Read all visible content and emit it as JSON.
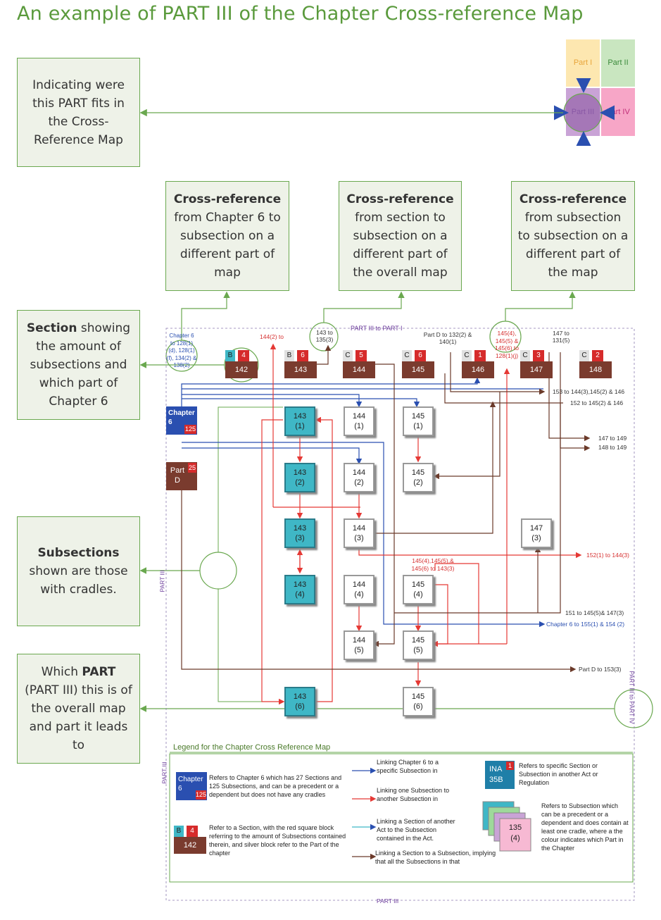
{
  "title": "An example of PART III of the Chapter Cross-reference Map",
  "notes": {
    "where_fits": "Indicating were this PART fits in the Cross-Reference Map",
    "xref1_head": "Cross-reference",
    "xref1_body": "from Chapter 6 to subsection on a different part of map",
    "xref2_head": "Cross-reference",
    "xref2_body": "from section to subsection on a different part of the overall map",
    "xref3_head": "Cross-reference",
    "xref3_body": "from subsection to subsection on a different part of the map",
    "section_head": "Section",
    "section_body": "showing the amount of subsections and which part of Chapter 6",
    "subs_head": "Subsections",
    "subs_body": "shown are those with cradles.",
    "part_pre": "Which",
    "part_head": "PART",
    "part_body": "(PART III) this is of the overall map and part it leads to"
  },
  "mini_map": {
    "p1": "Part I",
    "p2": "Part II",
    "p3": "Part III",
    "p4": "Part IV"
  },
  "sections": [
    {
      "tag": "B",
      "count": "4",
      "num": "142"
    },
    {
      "tag": "B",
      "count": "6",
      "num": "143"
    },
    {
      "tag": "C",
      "count": "5",
      "num": "144"
    },
    {
      "tag": "C",
      "count": "6",
      "num": "145"
    },
    {
      "tag": "C",
      "count": "1",
      "num": "146"
    },
    {
      "tag": "C",
      "count": "3",
      "num": "147"
    },
    {
      "tag": "C",
      "count": "2",
      "num": "148"
    }
  ],
  "chapter": {
    "label": "Chapter 6",
    "count": "125"
  },
  "partd": {
    "label": "Part D",
    "count": "25"
  },
  "subsections": [
    {
      "a": "143",
      "b": "(1)"
    },
    {
      "a": "143",
      "b": "(2)"
    },
    {
      "a": "143",
      "b": "(3)"
    },
    {
      "a": "143",
      "b": "(4)"
    },
    {
      "a": "143",
      "b": "(6)"
    },
    {
      "a": "144",
      "b": "(1)"
    },
    {
      "a": "144",
      "b": "(2)"
    },
    {
      "a": "144",
      "b": "(3)"
    },
    {
      "a": "144",
      "b": "(4)"
    },
    {
      "a": "144",
      "b": "(5)"
    },
    {
      "a": "145",
      "b": "(1)"
    },
    {
      "a": "145",
      "b": "(2)"
    },
    {
      "a": "145",
      "b": "(4)"
    },
    {
      "a": "145",
      "b": "(5)"
    },
    {
      "a": "145",
      "b": "(6)"
    },
    {
      "a": "147",
      "b": "(3)"
    }
  ],
  "labels": {
    "part3_to_1": "PART III to PART I",
    "ch6_to": "Chapter 6 to 128(1)(d), 128(1)(f), 134(2) & 138(2)",
    "l144_2": "144(2) to",
    "l143to": "143 to 135(3)",
    "partd_to": "Part D to 132(2) & 140(1)",
    "l145": "145(4), 145(5) & 145(6) to 128(1)(j)",
    "l147": "147 to 131(5)",
    "l153": "153 to 144(3),145(2) & 146",
    "l152": "152 to 145(2) & 146",
    "l147_149": "147 to 149",
    "l148_149": "148 to 149",
    "l152_1": "152(1) to 144(3)",
    "l145_multi": "145(4),145(5),& 145(6) to 143(3)",
    "l151": "151 to 145(5)& 147(3)",
    "l155": "Chapter 6 to 155(1) & 154 (2)",
    "l153_3": "Part D to 153(3)",
    "part3_v": "PART III",
    "part3_to_4": "PART III to PART IV",
    "part3_bottom": "PART III",
    "part3_leg": "PART III"
  },
  "legend": {
    "title": "Legend for the Chapter Cross Reference Map",
    "ch6_desc": "Refers to Chapter 6 which has 27 Sections and 125 Subsections, and can be a precedent or a dependent but does not have any cradles",
    "sec_desc": "Refer to a Section, with the red square block referring to the amount of Subsections contained therein, and silver block refer to the Part of the chapter",
    "blue_desc": "Linking Chapter 6 to a specific Subsection in",
    "red_desc": "Linking one Subsection to another Subsection in",
    "cyan_desc": "Linking a Section of another Act to the Subsection contained in the Act.",
    "brown_desc": "Linking a Section to a Subsection, implying that all the Subsections in that",
    "ina_desc": "Refers to specific Section or Subsection in another Act or Regulation",
    "cradle_desc": "Refers to Subsection which can be a precedent or a dependent and does contain at least one cradle, where a the colour indicates which Part in the Chapter",
    "ina_a": "INA",
    "ina_b": "35B",
    "ina_cnt": "1",
    "cr_a": "135",
    "cr_b": "(4)",
    "leg_ch": "Chapter 6",
    "leg_cnt": "125",
    "leg_tag": "B",
    "leg_secnt": "4",
    "leg_num": "142"
  },
  "colors": {
    "green": "#6aa84f",
    "red": "#e53935",
    "blue": "#2a4fb0",
    "brown": "#6b3a2a",
    "cyan": "#3fb7c6"
  }
}
